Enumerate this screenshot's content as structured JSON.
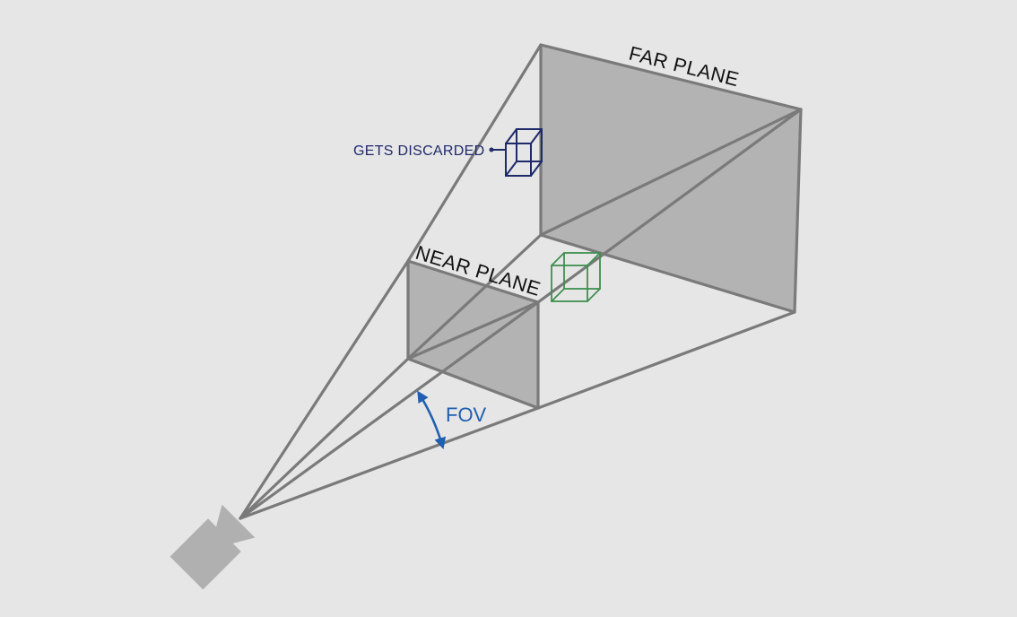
{
  "labels": {
    "far_plane": "FAR PLANE",
    "near_plane": "NEAR PLANE",
    "gets_discarded": "GETS DISCARDED",
    "fov": "FOV"
  },
  "colors": {
    "background": "#e6e6e6",
    "plane_fill": "#b3b3b3",
    "edge": "#7a7a7a",
    "camera": "#b0b0b0",
    "discarded_cube": "#1f2a6b",
    "visible_cube": "#3f8f4f",
    "fov_arrow": "#1f5fb0"
  },
  "icons": {
    "camera": "camera-icon",
    "discarded_cube": "cube-icon",
    "visible_cube": "cube-icon"
  }
}
